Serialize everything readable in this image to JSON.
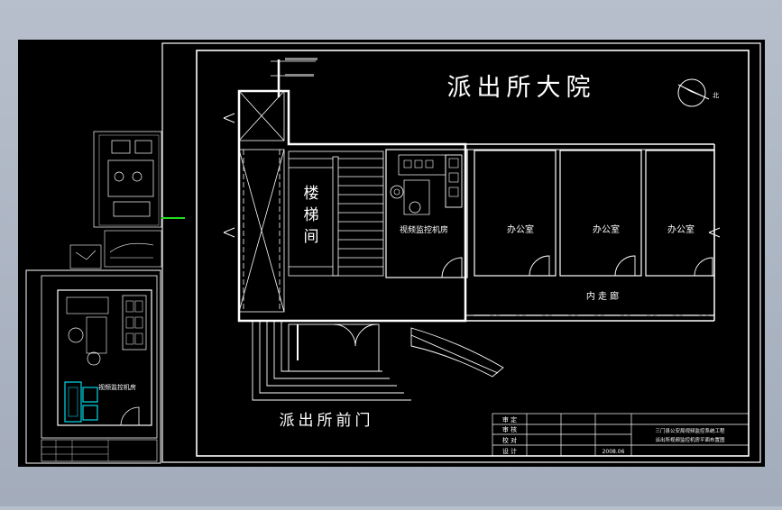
{
  "labels": {
    "courtyard": "派出所大院",
    "front_gate": "派出所前门",
    "stairs": [
      "楼",
      "梯",
      "间"
    ],
    "monitor_room": "视频监控机房",
    "office_1": "办公室",
    "office_2": "办公室",
    "office_3": "办公室",
    "corridor": "内 走 廊",
    "north": "北",
    "inset_room": "视频监控机房"
  },
  "title_block": {
    "project": "三门县公安局视频监控系统工程",
    "drawing": "派出所视频监控机房平面布置图",
    "date": "2008.06",
    "rows": [
      "审 定",
      "审 核",
      "校 对",
      "设 计"
    ]
  },
  "colors": {
    "canvas": "#000000",
    "line": "#ffffff",
    "accent_cyan": "#00d8e8",
    "accent_green": "#22dd22"
  }
}
